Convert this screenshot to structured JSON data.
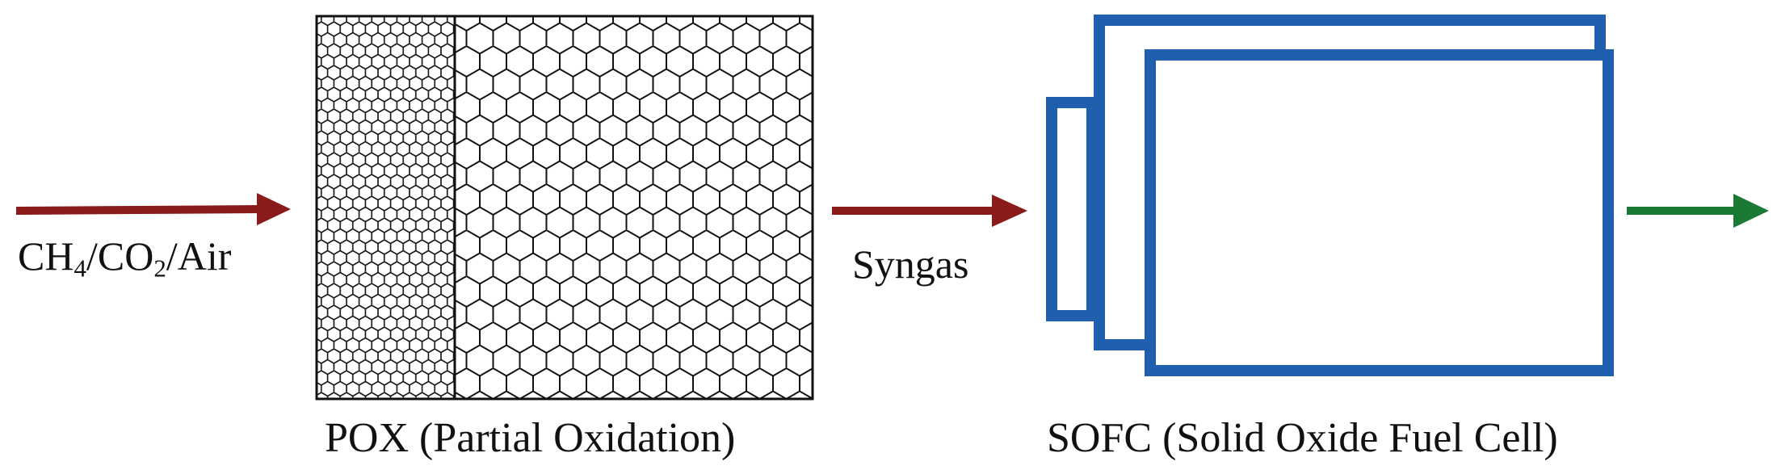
{
  "inlet": {
    "label_parts": [
      "CH",
      "4",
      "/CO",
      "2",
      "/Air"
    ]
  },
  "pox": {
    "label": "POX (Partial Oxidation)"
  },
  "intermediate": {
    "label": "Syngas"
  },
  "sofc": {
    "label": "SOFC (Solid Oxide Fuel Cell)"
  },
  "colors": {
    "feed_arrow": "#8b1a1a",
    "output_arrow": "#1a7a34",
    "sofc_frame": "#1f5fae",
    "honeycomb": "#111111"
  }
}
